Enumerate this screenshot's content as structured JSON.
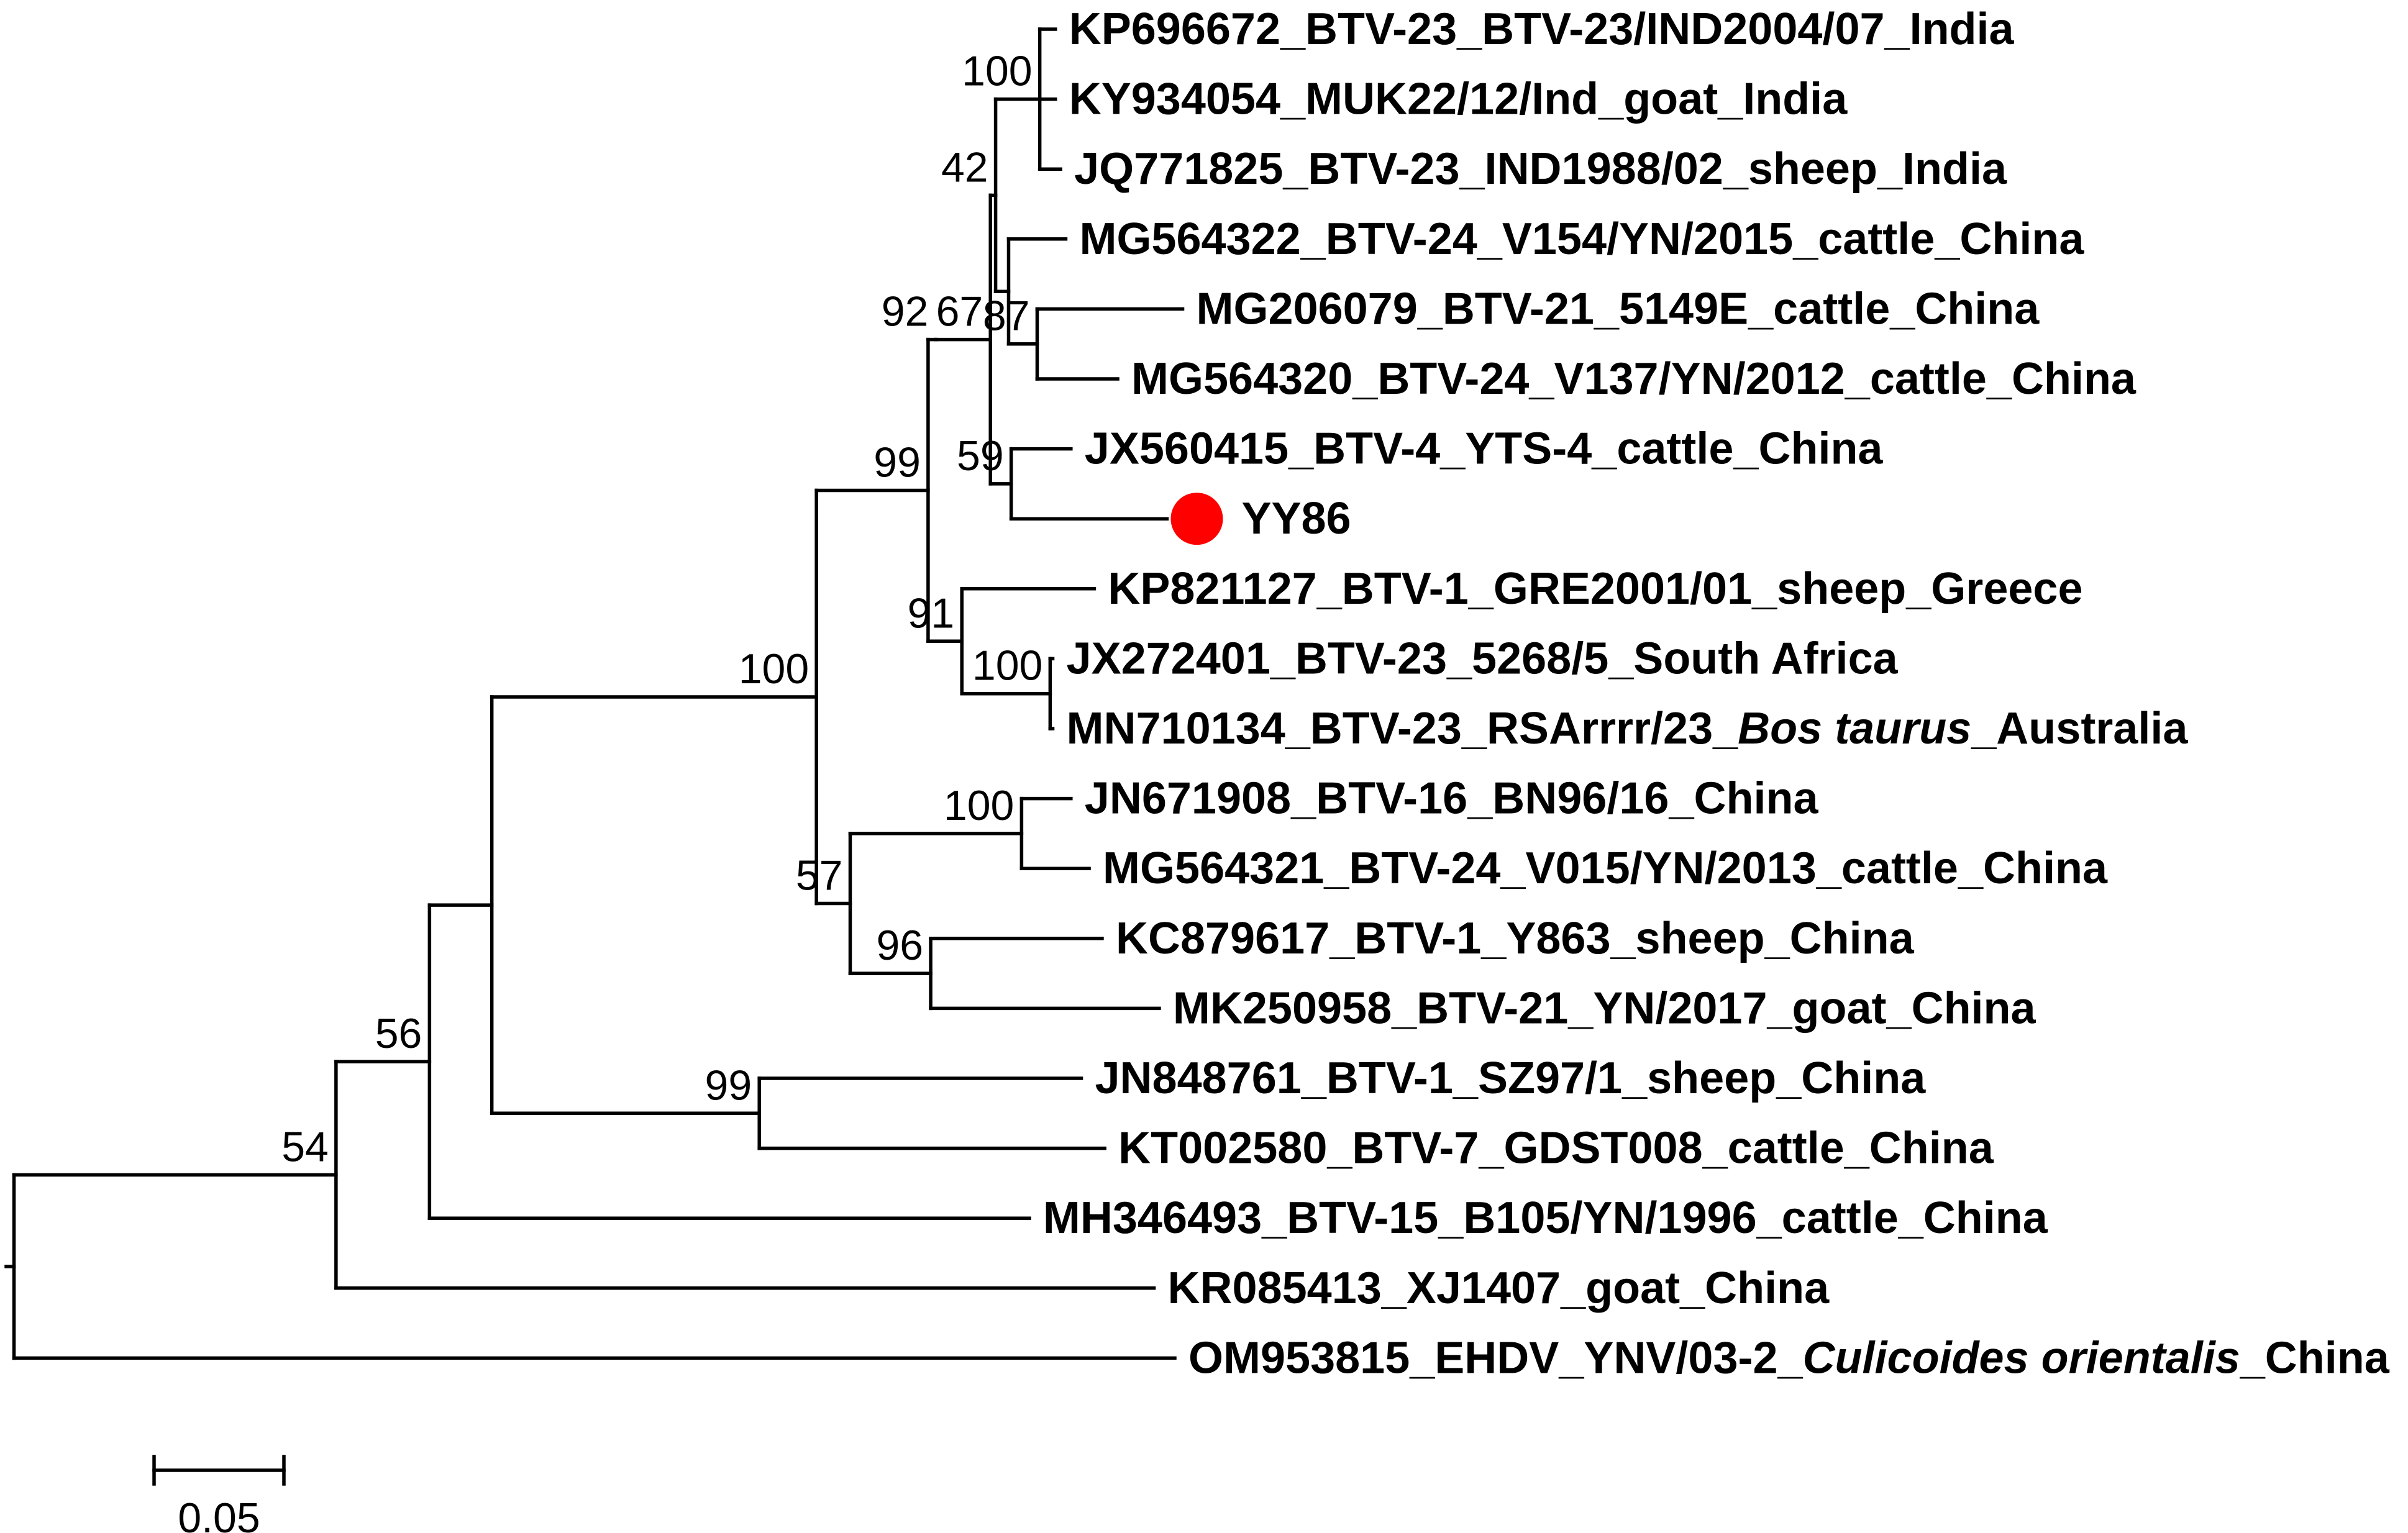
{
  "tree": {
    "root": {
      "bl": 0.003,
      "children": [
        {
          "bl": 0.124,
          "support": "54",
          "children": [
            {
              "bl": 0.036,
              "support": "56",
              "children": [
                {
                  "bl": 0.024,
                  "support": "",
                  "children": [
                    {
                      "bl": 0.125,
                      "support": "100",
                      "children": [
                        {
                          "bl": 0.043,
                          "support": "99",
                          "children": [
                            {
                              "bl": 0.003,
                              "support": "92",
                              "children": [
                                {
                                  "bl": 0.021,
                                  "support": "67",
                                  "children": [
                                    {
                                      "bl": 0.002,
                                      "support": "42",
                                      "children": [
                                        {
                                          "bl": 0.017,
                                          "support": "100",
                                          "children": [
                                            {
                                              "bl": 0.006,
                                              "label": "KP696672_BTV-23_BTV-23/IND2004/07_India"
                                            },
                                            {
                                              "bl": 0.006,
                                              "label": "KY934054_MUK22/12/Ind_goat_India"
                                            },
                                            {
                                              "bl": 0.008,
                                              "label": "JQ771825_BTV-23_IND1988/02_sheep_India"
                                            }
                                          ]
                                        },
                                        {
                                          "bl": 0.005,
                                          "support": "",
                                          "children": [
                                            {
                                              "bl": 0.022,
                                              "label": "MG564322_BTV-24_V154/YN/2015_cattle_China"
                                            },
                                            {
                                              "bl": 0.011,
                                              "support": "87",
                                              "children": [
                                                {
                                                  "bl": 0.056,
                                                  "label": "MG206079_BTV-21_5149E_cattle_China"
                                                },
                                                {
                                                  "bl": 0.031,
                                                  "label": "MG564320_BTV-24_V137/YN/2012_cattle_China"
                                                }
                                              ]
                                            }
                                          ]
                                        }
                                      ]
                                    },
                                    {
                                      "bl": 0.008,
                                      "support": "59",
                                      "children": [
                                        {
                                          "bl": 0.023,
                                          "label": "JX560415_BTV-4_YTS-4_cattle_China"
                                        },
                                        {
                                          "bl": 0.06,
                                          "label": "YY86",
                                          "marker": true
                                        }
                                      ]
                                    }
                                  ]
                                }
                              ]
                            },
                            {
                              "bl": 0.013,
                              "support": "91",
                              "children": [
                                {
                                  "bl": 0.051,
                                  "label": "KP821127_BTV-1_GRE2001/01_sheep_Greece"
                                },
                                {
                                  "bl": 0.034,
                                  "support": "100",
                                  "children": [
                                    {
                                      "bl": 0.001,
                                      "label": "JX272401_BTV-23_5268/5_South Africa"
                                    },
                                    {
                                      "bl": 0.001,
                                      "label": [
                                        {
                                          "t": "MN710134_BTV-23_RSArrrr/23_"
                                        },
                                        {
                                          "t": "Bos taurus",
                                          "i": true
                                        },
                                        {
                                          "t": "_Australia"
                                        }
                                      ]
                                    }
                                  ]
                                }
                              ]
                            }
                          ]
                        },
                        {
                          "bl": 0.013,
                          "support": "57",
                          "children": [
                            {
                              "bl": 0.066,
                              "support": "100",
                              "children": [
                                {
                                  "bl": 0.019,
                                  "label": "JN671908_BTV-16_BN96/16_China"
                                },
                                {
                                  "bl": 0.026,
                                  "label": "MG564321_BTV-24_V015/YN/2013_cattle_China"
                                }
                              ]
                            },
                            {
                              "bl": 0.031,
                              "support": "96",
                              "children": [
                                {
                                  "bl": 0.066,
                                  "label": "KC879617_BTV-1_Y863_sheep_China"
                                },
                                {
                                  "bl": 0.088,
                                  "label": "MK250958_BTV-21_YN/2017_goat_China"
                                }
                              ]
                            }
                          ]
                        }
                      ]
                    },
                    {
                      "bl": 0.103,
                      "support": "99",
                      "children": [
                        {
                          "bl": 0.124,
                          "label": "JN848761_BTV-1_SZ97/1_sheep_China"
                        },
                        {
                          "bl": 0.133,
                          "label": "KT002580_BTV-7_GDST008_cattle_China"
                        }
                      ]
                    }
                  ]
                },
                {
                  "bl": 0.231,
                  "label": "MH346493_BTV-15_B105/YN/1996_cattle_China"
                }
              ]
            },
            {
              "bl": 0.315,
              "label": "KR085413_XJ1407_goat_China"
            }
          ]
        },
        {
          "bl": 0.447,
          "label": [
            {
              "t": "OM953815_EHDV_YNV/03-2_"
            },
            {
              "t": "Culicoides orientalis",
              "i": true
            },
            {
              "t": "_China"
            }
          ]
        }
      ]
    }
  },
  "scale_bar": {
    "length": 0.05,
    "label": "0.05"
  },
  "marker_color": "#ff0000"
}
